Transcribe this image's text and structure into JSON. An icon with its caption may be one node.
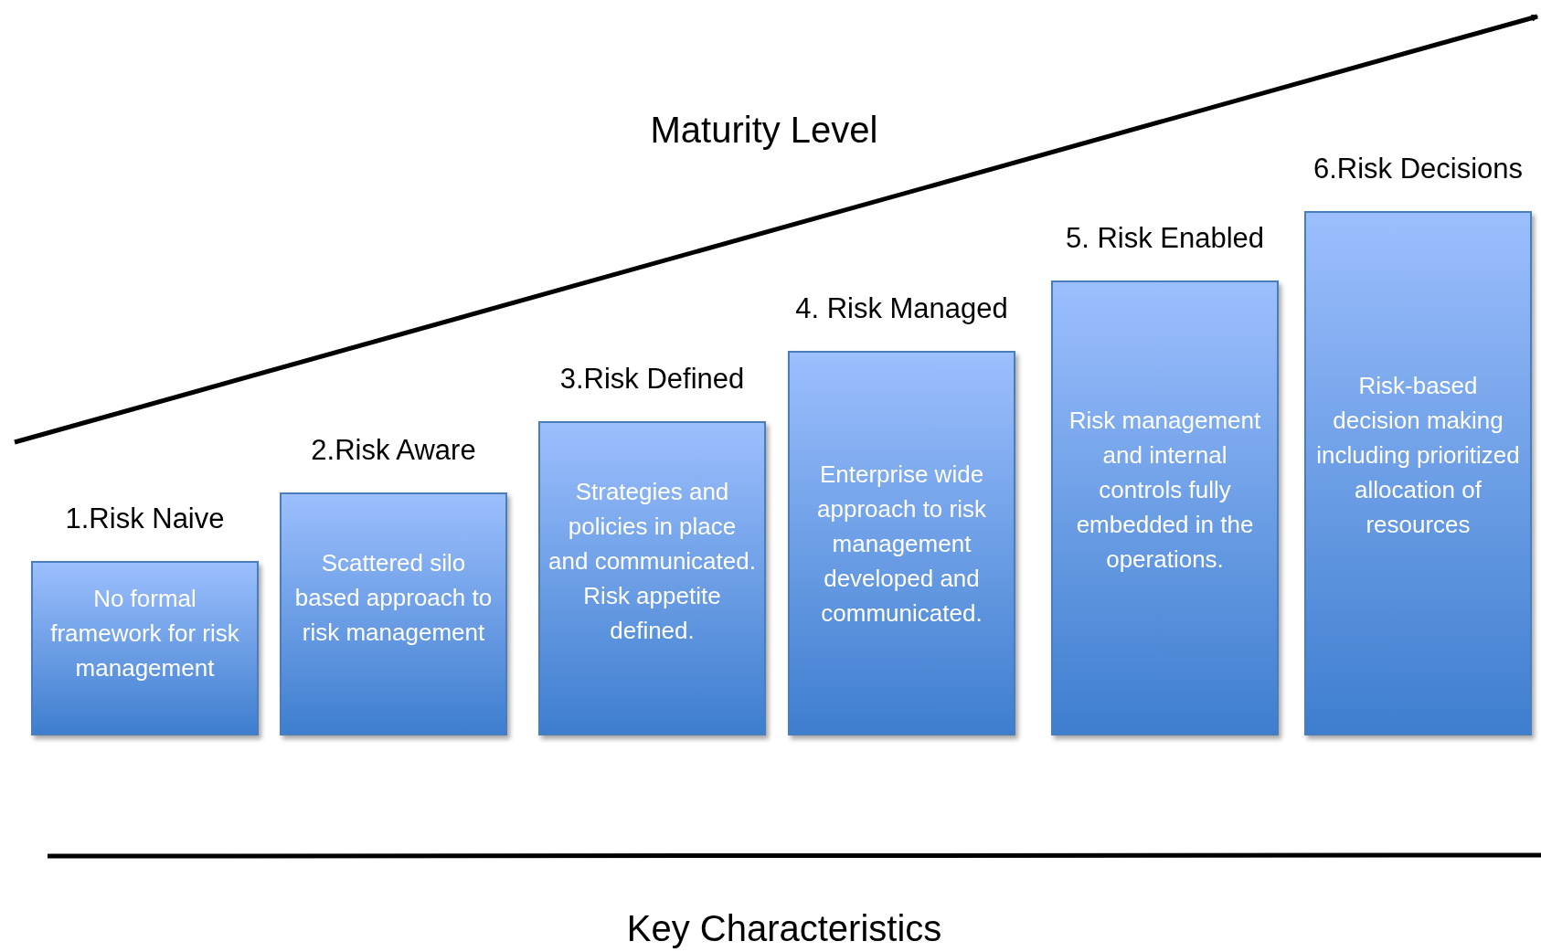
{
  "diagram": {
    "nodes": [
      {
        "text": [
          "1.Risk Naive",
          "No formal framework for risk management"
        ]
      },
      {
        "text": [
          "2.Risk Aware",
          "Scattered silo based approach to risk management"
        ]
      },
      {
        "text": [
          "3.Risk Defined",
          "Strategies and policies in place and communicated. Risk appetite defined."
        ]
      },
      {
        "text": [
          "4. Risk Managed",
          "Enterprise wide approach to risk management developed and communicated."
        ]
      },
      {
        "text": [
          "5. Risk Enabled",
          "Risk management and internal controls fully embedded in the operations."
        ]
      },
      {
        "text": [
          "6.Risk Decisions",
          "Risk-based decision making including prioritized allocation of resources"
        ]
      }
    ],
    "labels": [
      "Maturity Level",
      "Key Characteristics"
    ]
  }
}
